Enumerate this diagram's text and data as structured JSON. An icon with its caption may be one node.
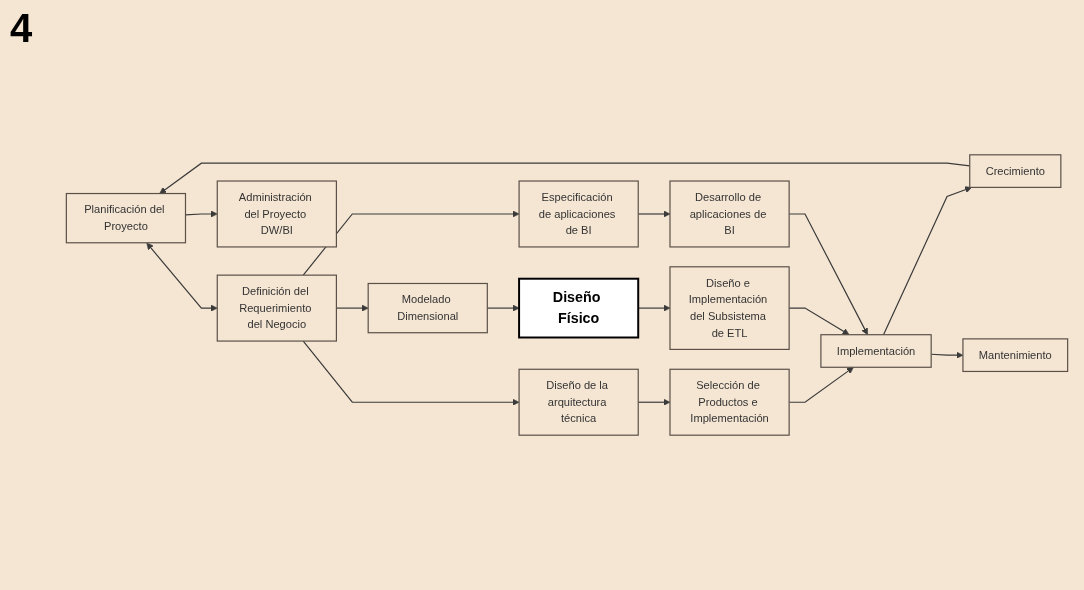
{
  "diagram": {
    "nodes": [
      {
        "text": [
          "Planificación del Proyecto"
        ]
      },
      {
        "text": [
          "Definición del Requerimiento del Negocio"
        ]
      },
      {
        "text": [
          "Diseño de la arquitectura técnica"
        ]
      },
      {
        "text": [
          "Selección de Productos e Implementación"
        ]
      },
      {
        "text": [
          "Modelado Dimensional"
        ]
      },
      {
        "text": [
          "Diseño Físico"
        ]
      },
      {
        "text": [
          "Diseño e Implementación del Subsistema de ETL"
        ]
      },
      {
        "text": [
          "Especificación de aplicaciones de BI"
        ]
      },
      {
        "text": [
          "Desarrollo de aplicaciones de BI"
        ]
      },
      {
        "text": [
          "Implementación"
        ]
      },
      {
        "text": [
          "Crecimiento"
        ]
      },
      {
        "text": [
          "Mantenimiento"
        ]
      },
      {
        "text": [
          "Administración del Proyecto DW/BI"
        ]
      }
    ],
    "edges": [
      {
        "from": 0,
        "to": 1,
        "arrow": "both"
      },
      {
        "from": 1,
        "to": 2,
        "arrow": "to"
      },
      {
        "from": 2,
        "to": 3,
        "arrow": "to"
      },
      {
        "from": 1,
        "to": 4,
        "arrow": "to"
      },
      {
        "from": 4,
        "to": 5,
        "arrow": "to"
      },
      {
        "from": 5,
        "to": 6,
        "arrow": "to"
      },
      {
        "from": 1,
        "to": 7,
        "arrow": "to"
      },
      {
        "from": 7,
        "to": 8,
        "arrow": "to"
      },
      {
        "from": 3,
        "to": 9,
        "arrow": "to"
      },
      {
        "from": 6,
        "to": 9,
        "arrow": "to"
      },
      {
        "from": 8,
        "to": 9,
        "arrow": "to"
      },
      {
        "from": 9,
        "to": 10,
        "arrow": "to"
      },
      {
        "from": 9,
        "to": 11,
        "arrow": "to"
      },
      {
        "from": 10,
        "to": 0,
        "arrow": "to"
      },
      {
        "from": 0,
        "to": 12,
        "arrow": "to"
      }
    ],
    "labels": [
      "4"
    ]
  }
}
